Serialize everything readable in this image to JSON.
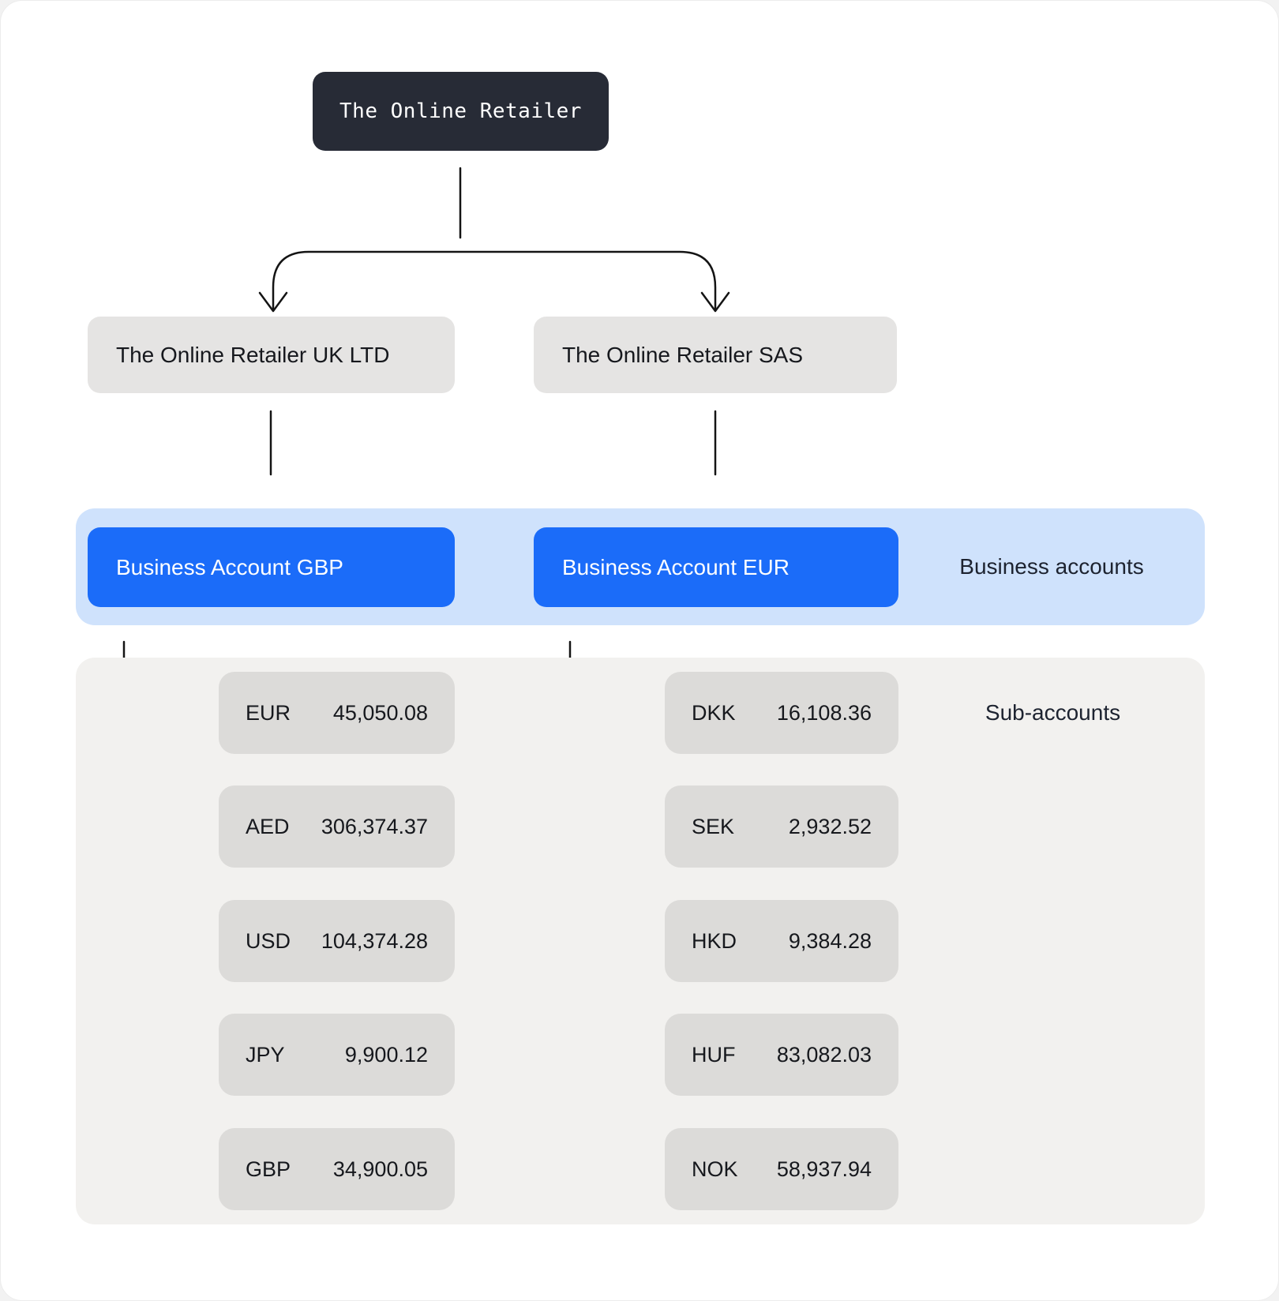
{
  "root": {
    "label": "The Online Retailer"
  },
  "companies": [
    {
      "label": "The Online Retailer UK LTD"
    },
    {
      "label": "The Online Retailer SAS"
    }
  ],
  "business_accounts": {
    "group_label": "Business accounts",
    "accounts": [
      {
        "label": "Business Account GBP"
      },
      {
        "label": "Business Account EUR"
      }
    ]
  },
  "sub_accounts": {
    "group_label": "Sub-accounts",
    "gbp_children": [
      {
        "currency": "EUR",
        "amount": "45,050.08"
      },
      {
        "currency": "AED",
        "amount": "306,374.37"
      },
      {
        "currency": "USD",
        "amount": "104,374.28"
      },
      {
        "currency": "JPY",
        "amount": "9,900.12"
      },
      {
        "currency": "GBP",
        "amount": "34,900.05"
      }
    ],
    "eur_children": [
      {
        "currency": "DKK",
        "amount": "16,108.36"
      },
      {
        "currency": "SEK",
        "amount": "2,932.52"
      },
      {
        "currency": "HKD",
        "amount": "9,384.28"
      },
      {
        "currency": "HUF",
        "amount": "83,082.03"
      },
      {
        "currency": "NOK",
        "amount": "58,937.94"
      }
    ]
  },
  "colors": {
    "root_node_bg": "#272b36",
    "company_node_bg": "#e5e4e3",
    "accounts_band_bg": "#cfe2fc",
    "account_button_bg": "#1b6cf9",
    "sub_panel_bg": "#f2f1ef",
    "sub_row_bg": "#dcdbd9",
    "connector": "#141414",
    "text_dark": "#16181d",
    "text_light": "#ffffff"
  }
}
